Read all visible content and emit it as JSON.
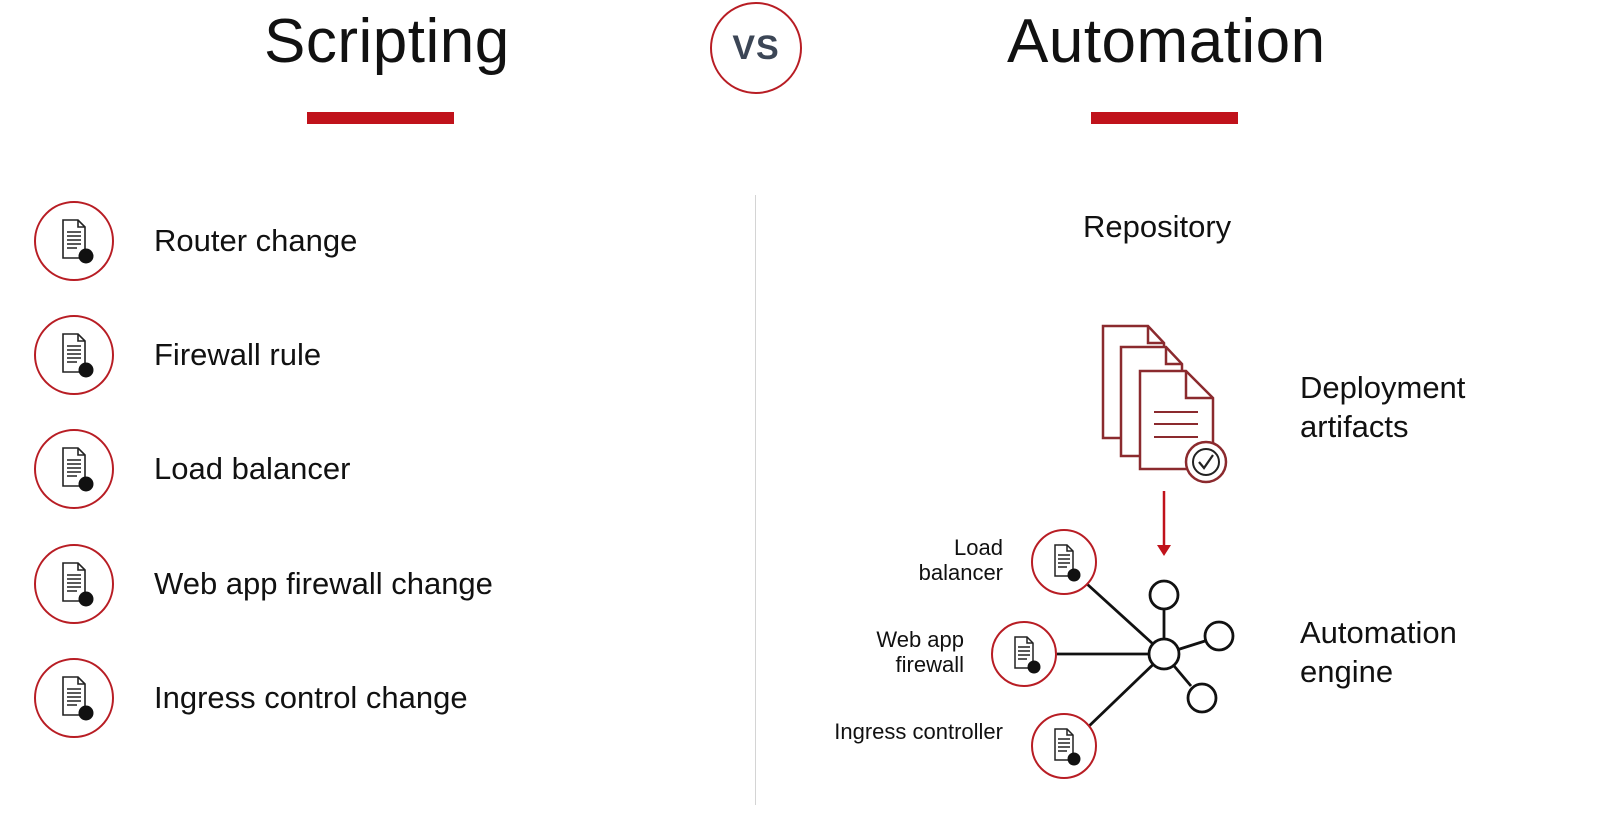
{
  "header": {
    "left_title": "Scripting",
    "vs_label": "VS",
    "right_title": "Automation"
  },
  "scripting": {
    "items": [
      {
        "label": "Router change",
        "icon": "document-icon"
      },
      {
        "label": "Firewall rule",
        "icon": "document-icon"
      },
      {
        "label": "Load balancer",
        "icon": "document-icon"
      },
      {
        "label": "Web app firewall change",
        "icon": "document-icon"
      },
      {
        "label": "Ingress control change",
        "icon": "document-icon"
      }
    ]
  },
  "automation": {
    "repository_label": "Repository",
    "artifacts_label_line1": "Deployment",
    "artifacts_label_line2": "artifacts",
    "engine_label_line1": "Automation",
    "engine_label_line2": "engine",
    "targets": [
      {
        "line1": "Load",
        "line2": "balancer"
      },
      {
        "line1": "Web app",
        "line2": "firewall"
      },
      {
        "line1": "Ingress controller",
        "line2": ""
      }
    ]
  },
  "colors": {
    "accent_red": "#c0121b",
    "dark_red": "#8b2a2e",
    "vs_text": "#3c4656",
    "divider": "#d4d4d4"
  }
}
